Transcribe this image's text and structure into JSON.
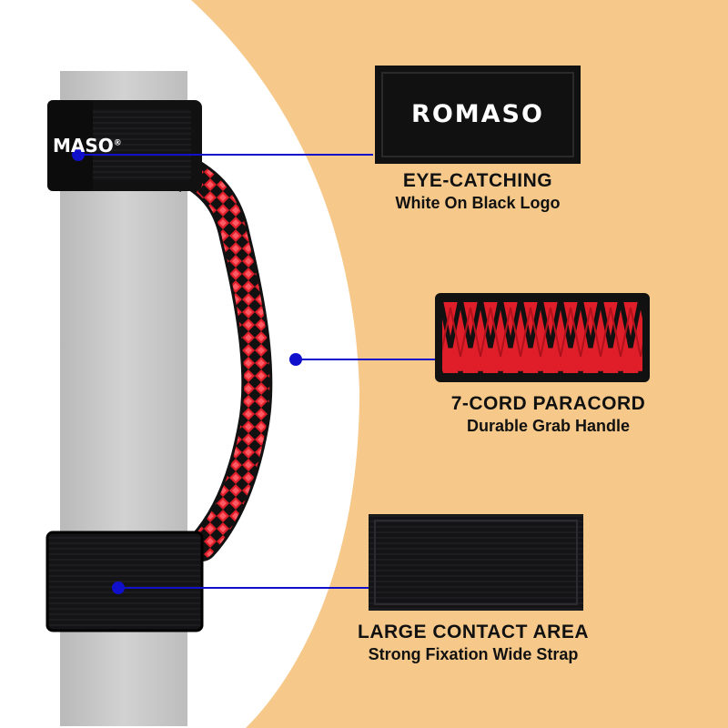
{
  "brand": {
    "logo_text": "ROMASO",
    "strap_logo_text": "MASO",
    "registered_mark": "®"
  },
  "callouts": [
    {
      "title": "EYE-CATCHING",
      "subtitle": "White On Black Logo"
    },
    {
      "title": "7-CORD PARACORD",
      "subtitle": "Durable Grab Handle"
    },
    {
      "title": "LARGE CONTACT AREA",
      "subtitle": "Strong Fixation Wide Strap"
    }
  ],
  "colors": {
    "background": "#f6c98a",
    "white_panel": "#ffffff",
    "bar": "#c9c9c9",
    "strap": "#111111",
    "cord_red": "#e01e2a",
    "pointer": "#1010cc"
  }
}
